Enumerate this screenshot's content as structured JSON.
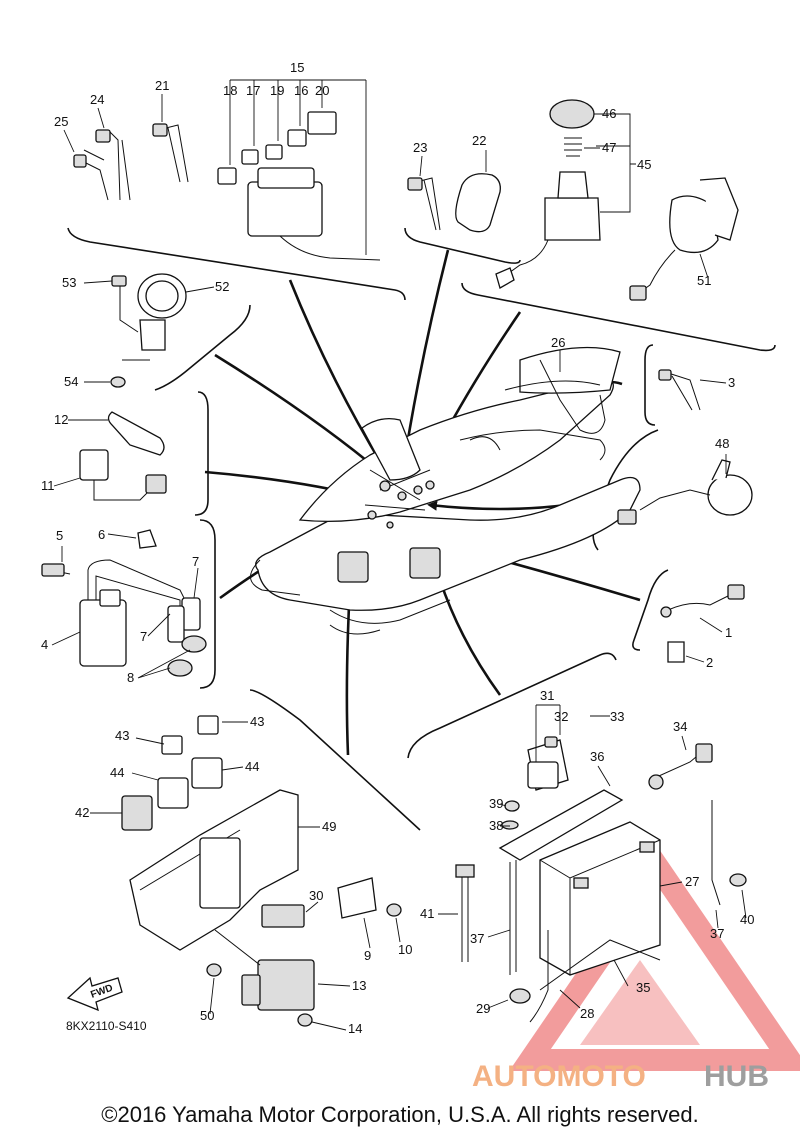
{
  "diagram": {
    "drawing_code": "8KX2110-S410",
    "fwd_label": "FWD",
    "copyright": "©2016 Yamaha Motor Corporation, U.S.A. All rights reserved.",
    "watermark": {
      "part1": "AUTOMOTO",
      "part2": "HUB",
      "color_part1": "#f4b183",
      "color_part2": "#9e9e9e",
      "triangle_color": "#e84a4a"
    },
    "callouts": [
      "1",
      "2",
      "3",
      "4",
      "5",
      "6",
      "7",
      "7",
      "8",
      "9",
      "10",
      "11",
      "12",
      "13",
      "14",
      "15",
      "16",
      "17",
      "18",
      "19",
      "20",
      "21",
      "22",
      "23",
      "24",
      "25",
      "26",
      "27",
      "28",
      "29",
      "30",
      "31",
      "32",
      "33",
      "34",
      "35",
      "36",
      "37",
      "37",
      "38",
      "39",
      "40",
      "41",
      "42",
      "43",
      "43",
      "44",
      "44",
      "45",
      "46",
      "47",
      "48",
      "49",
      "50",
      "51",
      "52",
      "53",
      "54"
    ]
  }
}
